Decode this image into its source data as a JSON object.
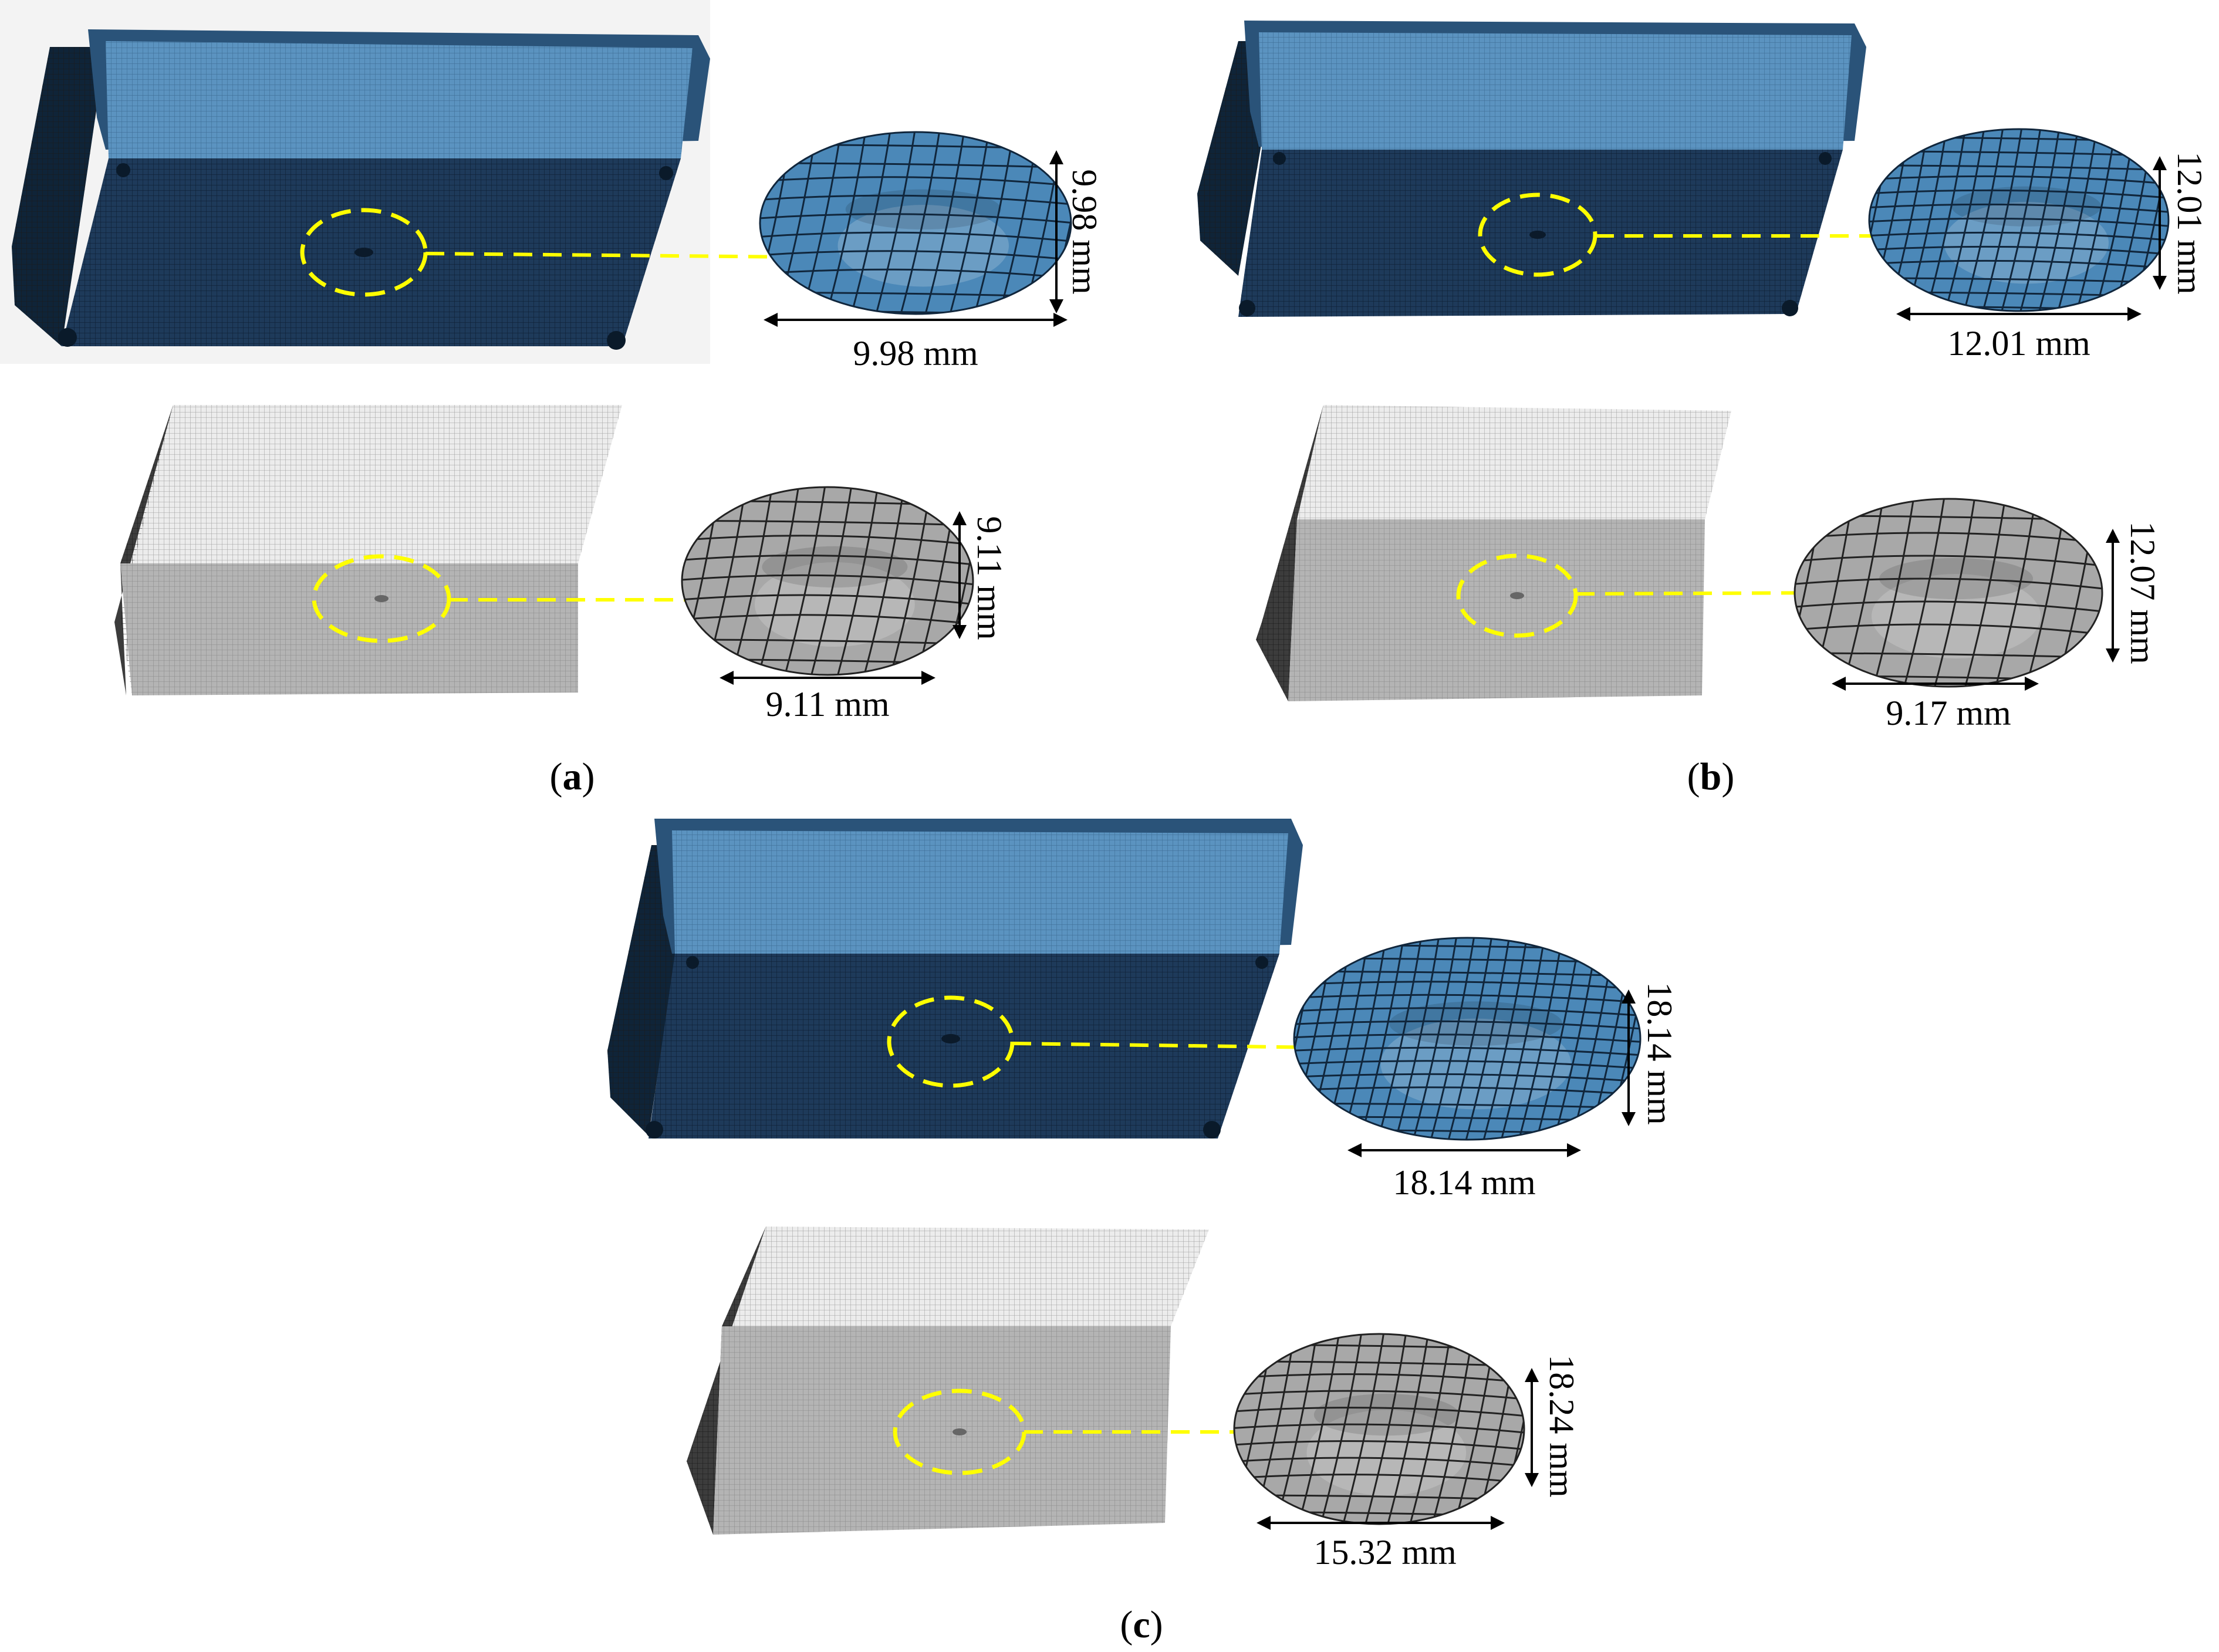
{
  "figure": {
    "panels": [
      {
        "id": "a",
        "caption_letter": "a",
        "top": {
          "style": "blue",
          "horizontal": "9.98 mm",
          "vertical": "9.98 mm"
        },
        "bottom": {
          "style": "gray",
          "horizontal": "9.11 mm",
          "vertical": "9.11 mm"
        }
      },
      {
        "id": "b",
        "caption_letter": "b",
        "top": {
          "style": "blue",
          "horizontal": "12.01 mm",
          "vertical": "12.01 mm"
        },
        "bottom": {
          "style": "gray",
          "horizontal": "9.17 mm",
          "vertical": "12.07 mm"
        }
      },
      {
        "id": "c",
        "caption_letter": "c",
        "top": {
          "style": "blue",
          "horizontal": "18.14 mm",
          "vertical": "18.14 mm"
        },
        "bottom": {
          "style": "gray",
          "horizontal": "15.32 mm",
          "vertical": "18.24 mm"
        }
      }
    ],
    "colors": {
      "blue_face": "#1e3a5a",
      "blue_top": "#5b93c0",
      "blue_side": "#0f2438",
      "gray_face": "#b4b4b4",
      "gray_top": "#ececec",
      "gray_side": "#3c3c3c",
      "blue_ellipse": "#4b88b8",
      "gray_ellipse": "#a8a8a8",
      "marker": "#ffff00"
    }
  }
}
